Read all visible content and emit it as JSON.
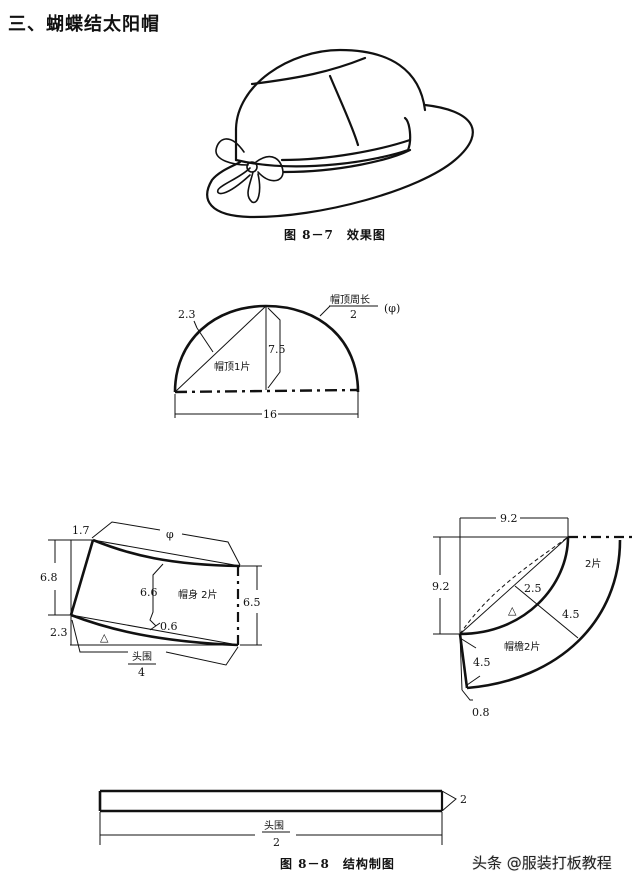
{
  "page": {
    "title": "三、蝴蝶结太阳帽",
    "watermark": "头条 @服装打板教程"
  },
  "figures": {
    "fig_8_7": {
      "caption": "图 8－7　效果图",
      "description": "hat illustration with bow"
    },
    "fig_8_8": {
      "caption": "图 8－8　结构制图",
      "crown": {
        "label": "帽顶1片",
        "dim_radius_offset": "2.3",
        "dim_height": "7.5",
        "dim_width": "16",
        "perimeter_num": "帽顶周长",
        "perimeter_den": "2",
        "phi_note": "(φ)"
      },
      "body": {
        "label": "帽身 2片",
        "dim_top_offset": "1.7",
        "dim_phi": "φ",
        "dim_left_height": "6.8",
        "dim_mid_height": "6.6",
        "dim_curve": "0.6",
        "dim_right_height": "6.5",
        "dim_bottom_offset": "2.3",
        "triangle": "△",
        "head_num": "头围",
        "head_den": "4"
      },
      "brim": {
        "label": "帽檐2片",
        "label_piece": "2片",
        "dim_width": "9.2",
        "dim_height": "9.2",
        "dim_diag": "2.5",
        "dim_brim_width": "4.5",
        "dim_brim_width2": "4.5",
        "dim_tip": "0.8",
        "triangle": "△"
      },
      "band": {
        "dim_end": "2",
        "head_num": "头围",
        "head_den": "2"
      }
    }
  }
}
